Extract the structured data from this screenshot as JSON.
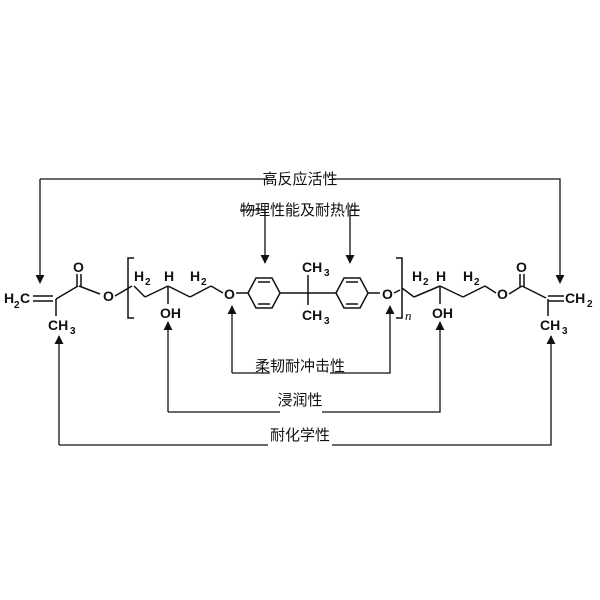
{
  "labels": {
    "high_reactivity": "高反应活性",
    "physical_heat": "物理性能及耐热性",
    "toughness_impact": "柔韧耐冲击性",
    "wettability": "浸润性",
    "chemical_resistance": "耐化学性"
  },
  "structure": {
    "h2c": "H",
    "h2c_sub": "2",
    "h2c_c": "C",
    "o_left_carbonyl": "O",
    "o_left_ester": "O",
    "ch3_left": "CH",
    "ch3_left_sub": "3",
    "h2_1": "H",
    "h2_1_sub": "2",
    "h_left": "H",
    "oh_left": "OH",
    "h2_2": "H",
    "h2_2_sub": "2",
    "o_ether_left": "O",
    "ch3_top": "CH",
    "ch3_top_sub": "3",
    "ch3_bottom": "CH",
    "ch3_bottom_sub": "3",
    "o_ether_right": "O",
    "n": "n",
    "h2_3": "H",
    "h2_3_sub": "2",
    "h_right": "H",
    "oh_right": "OH",
    "h2_4": "H",
    "h2_4_sub": "2",
    "o_right_ester": "O",
    "o_right_carbonyl": "O",
    "ch2_right": "CH",
    "ch2_right_sub": "2",
    "ch3_right": "CH",
    "ch3_right_sub": "3"
  }
}
